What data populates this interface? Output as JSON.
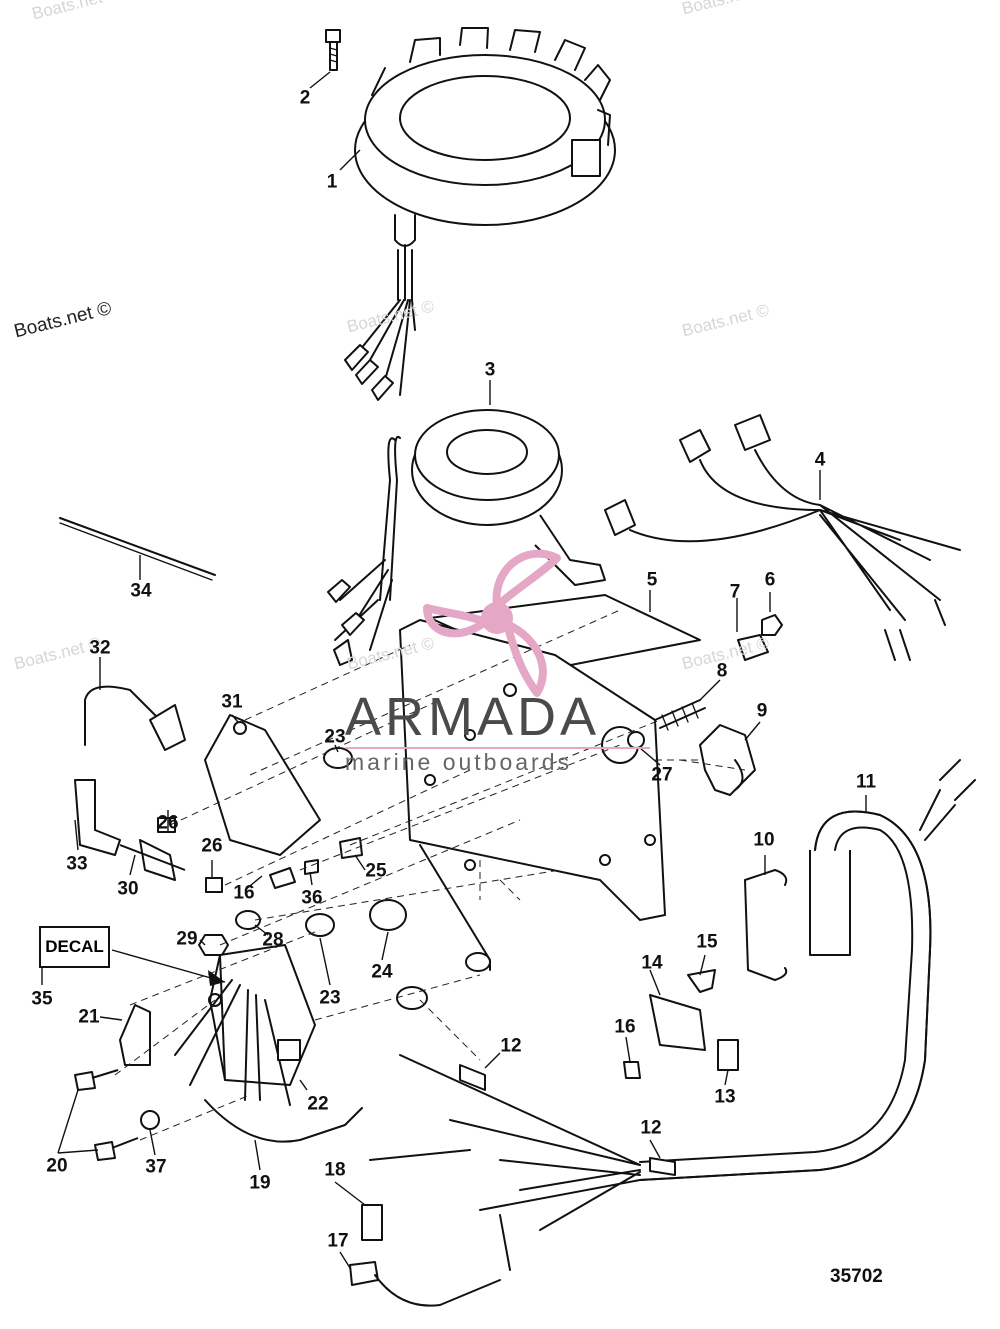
{
  "watermarks": [
    "Boats.net ©",
    "Boats.net ©",
    "Boats.net ©",
    "Boats.net ©",
    "Boats.net ©",
    "Boats.net ©",
    "Boats.net ©",
    "Boats.net ©"
  ],
  "brand": {
    "name": "ARMADA",
    "tagline": "marine outboards",
    "accent_color": "#e4a7c6",
    "logo_icon": "propeller-logo-icon"
  },
  "decal_label": "DECAL",
  "figure_number": "35702",
  "callouts": [
    "1",
    "2",
    "3",
    "4",
    "5",
    "6",
    "7",
    "8",
    "9",
    "10",
    "11",
    "12",
    "12",
    "13",
    "14",
    "15",
    "16",
    "16",
    "17",
    "18",
    "19",
    "20",
    "21",
    "22",
    "23",
    "23",
    "24",
    "25",
    "26",
    "26",
    "27",
    "28",
    "29",
    "30",
    "31",
    "32",
    "33",
    "34",
    "35",
    "36",
    "37"
  ]
}
